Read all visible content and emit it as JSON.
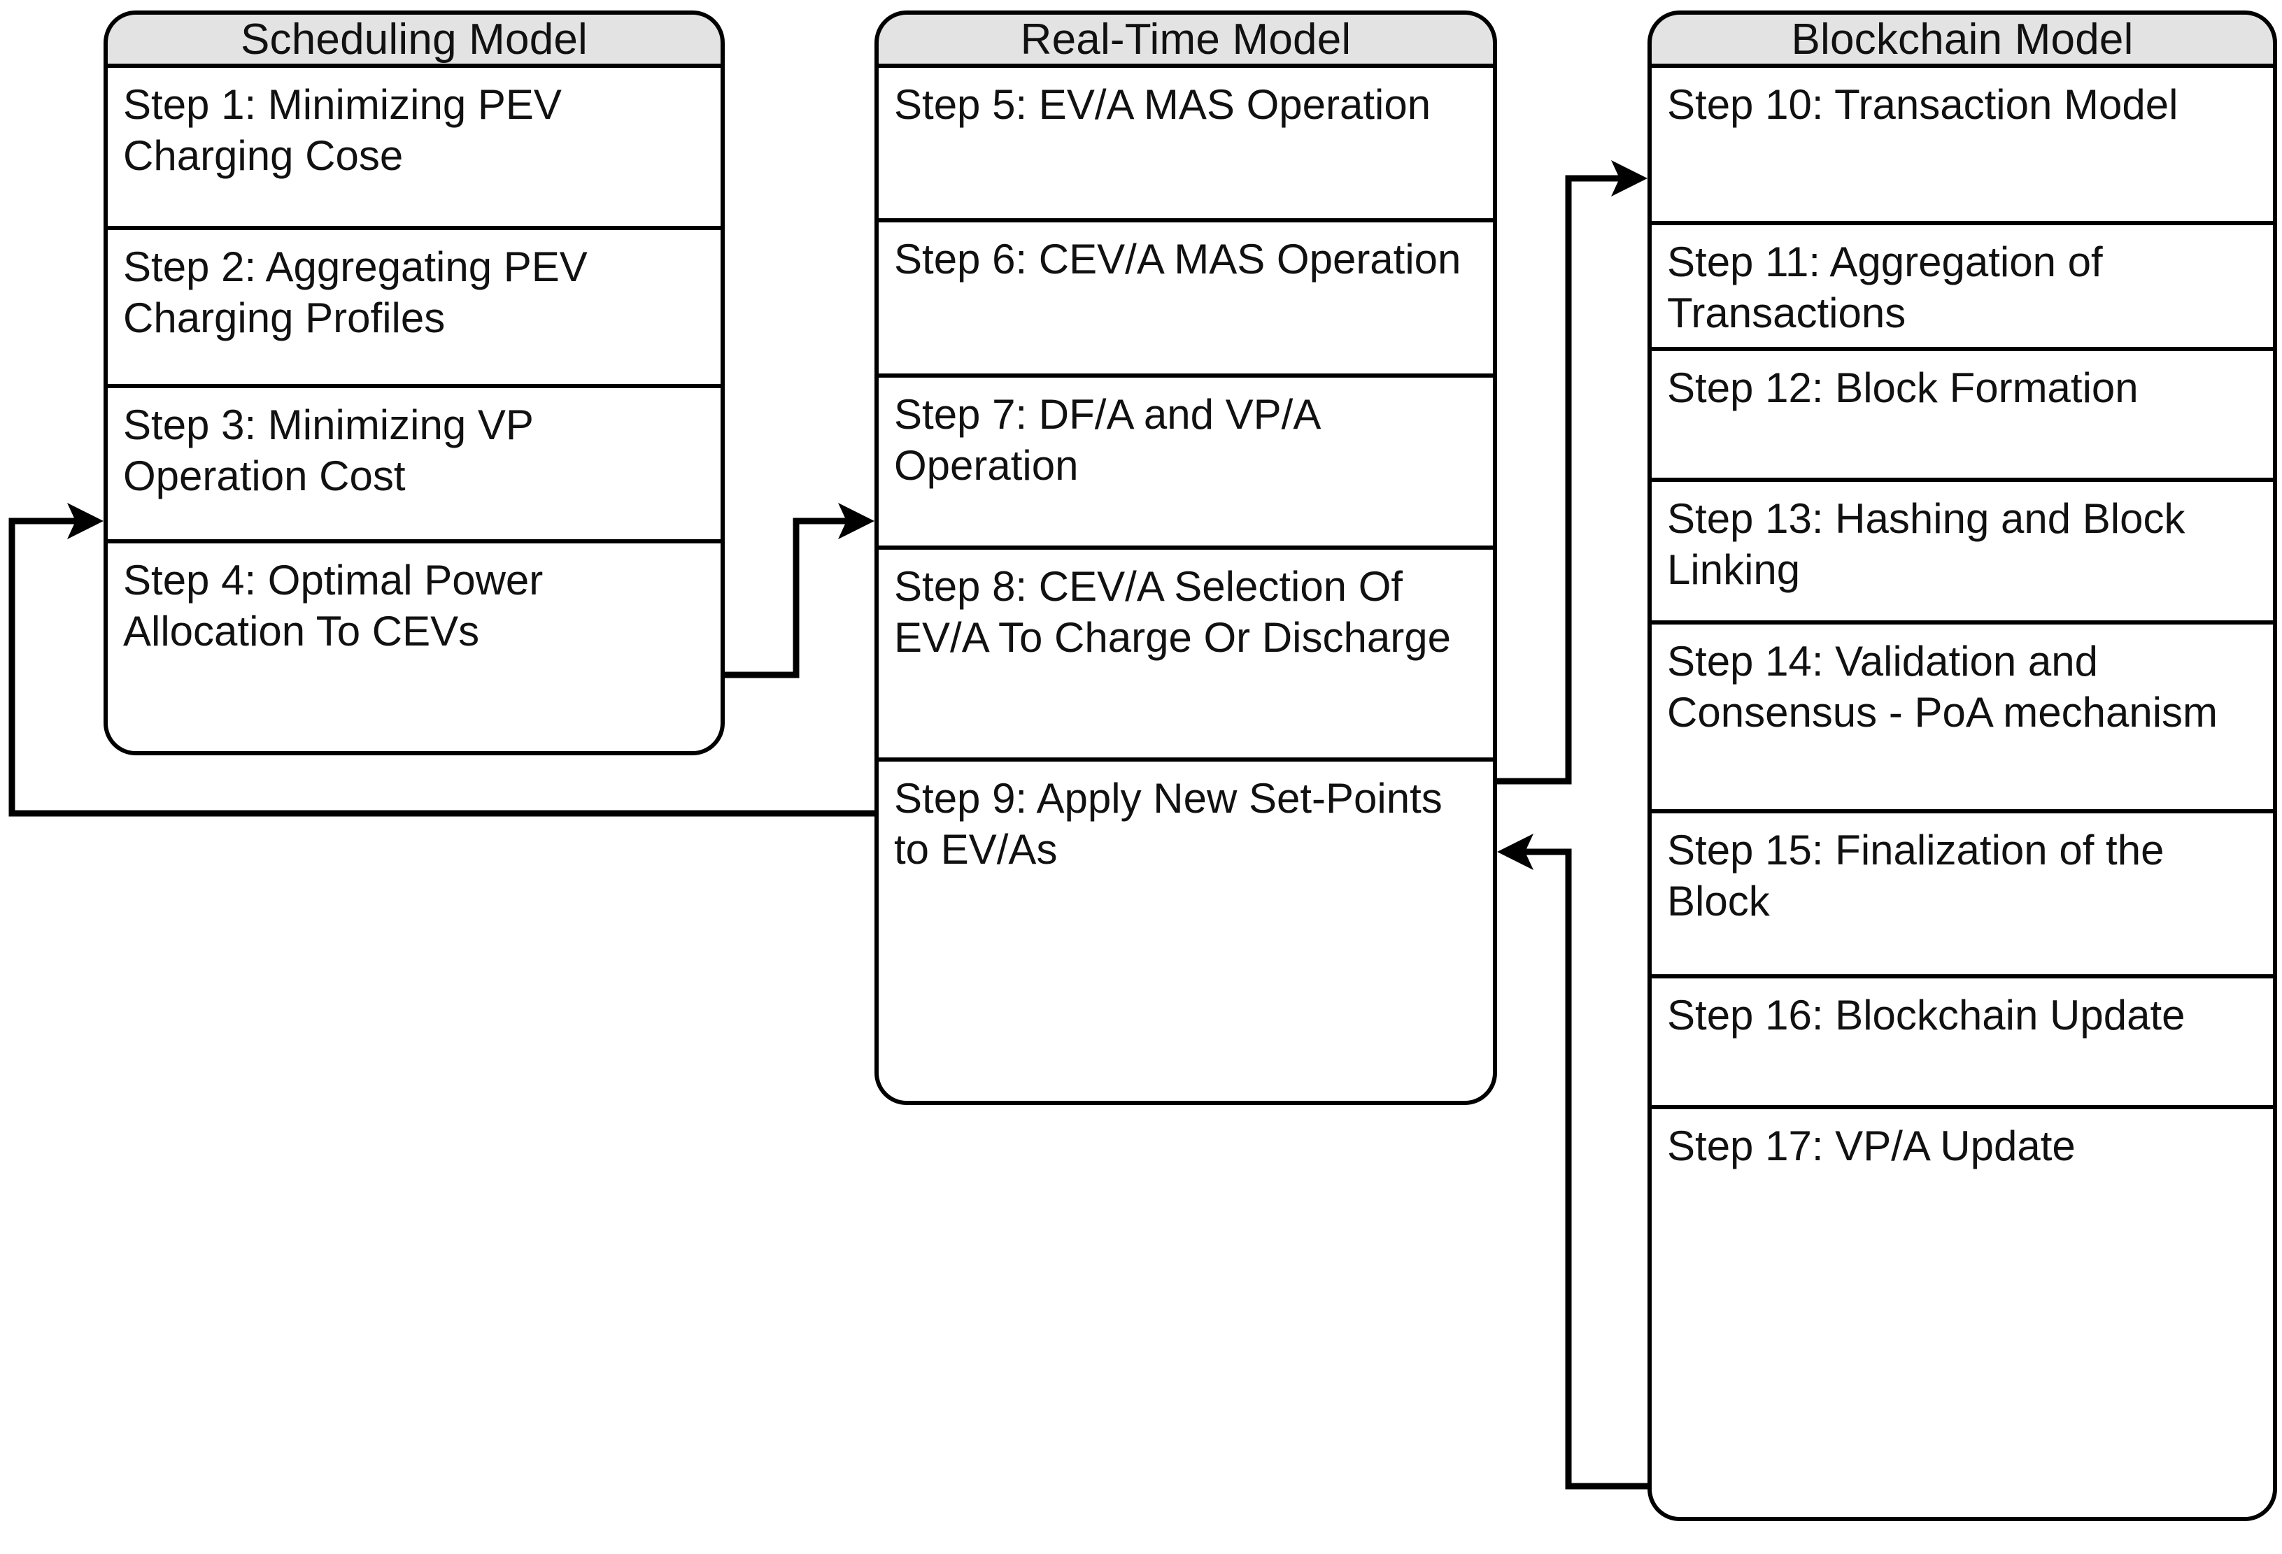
{
  "diagram": {
    "title": "Three-model step flow diagram",
    "colors": {
      "header_fill": "#e3e3e3",
      "border": "#000000",
      "body_fill": "#ffffff",
      "text": "#111111"
    },
    "columns": [
      {
        "id": "scheduling",
        "header": "Scheduling Model",
        "steps": [
          {
            "label": "Step 1: Minimizing PEV Charging Cose"
          },
          {
            "label": "Step 2: Aggregating PEV Charging Profiles"
          },
          {
            "label": "Step 3: Minimizing VP Operation Cost"
          },
          {
            "label": "Step 4: Optimal Power Allocation To CEVs"
          }
        ]
      },
      {
        "id": "real-time",
        "header": "Real-Time Model",
        "steps": [
          {
            "label": "Step 5: EV/A MAS Operation"
          },
          {
            "label": "Step 6: CEV/A MAS Operation"
          },
          {
            "label": "Step 7: DF/A and VP/A Operation"
          },
          {
            "label": "Step 8: CEV/A Selection Of EV/A To Charge Or Discharge"
          },
          {
            "label": "Step 9: Apply New Set-Points to EV/As"
          }
        ]
      },
      {
        "id": "blockchain",
        "header": "Blockchain Model",
        "steps": [
          {
            "label": "Step 10: Transaction Model"
          },
          {
            "label": "Step 11: Aggregation of Transactions"
          },
          {
            "label": "Step 12: Block Formation"
          },
          {
            "label": "Step 13: Hashing and Block Linking"
          },
          {
            "label": "Step 14: Validation and Consensus - PoA mechanism"
          },
          {
            "label": "Step 15: Finalization of the Block"
          },
          {
            "label": "Step 16: Blockchain Update"
          },
          {
            "label": "Step 17: VP/A Update"
          }
        ]
      }
    ],
    "connectors": [
      {
        "id": "feedback-to-step3",
        "from": "Step 8 region",
        "to": "Step 3",
        "direction": "left-loop"
      },
      {
        "id": "step4-to-step7",
        "from": "Step 4",
        "to": "Step 7",
        "direction": "right"
      },
      {
        "id": "step8-to-step10",
        "from": "Step 8",
        "to": "Step 10",
        "direction": "right-up"
      },
      {
        "id": "blockchain-to-step8",
        "from": "Step 17 region",
        "to": "Step 8",
        "direction": "left-up"
      }
    ]
  }
}
